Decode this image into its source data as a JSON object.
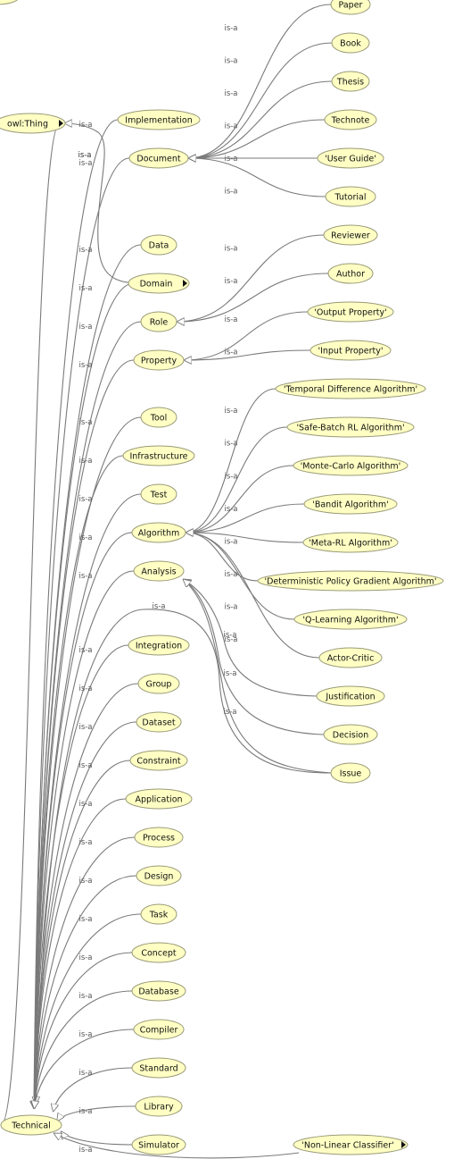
{
  "diagram": {
    "type": "class-hierarchy",
    "colors": {
      "node_fill": "#ffffc4",
      "node_stroke": "#9a9a78",
      "edge": "#7a7a7a",
      "edge_label": "#555555",
      "text": "#111111"
    },
    "edge_label": "is-a",
    "nodes": [
      {
        "id": "thing",
        "label": "owl:Thing",
        "expandable": true
      },
      {
        "id": "technical",
        "label": "Technical"
      },
      {
        "id": "implementation",
        "label": "Implementation"
      },
      {
        "id": "document",
        "label": "Document"
      },
      {
        "id": "paper",
        "label": "Paper"
      },
      {
        "id": "book",
        "label": "Book"
      },
      {
        "id": "thesis",
        "label": "Thesis"
      },
      {
        "id": "technote",
        "label": "Technote"
      },
      {
        "id": "userguide",
        "label": "'User Guide'"
      },
      {
        "id": "tutorial",
        "label": "Tutorial"
      },
      {
        "id": "data",
        "label": "Data"
      },
      {
        "id": "domain",
        "label": "Domain",
        "expandable": true
      },
      {
        "id": "role",
        "label": "Role"
      },
      {
        "id": "reviewer",
        "label": "Reviewer"
      },
      {
        "id": "author",
        "label": "Author"
      },
      {
        "id": "property",
        "label": "Property"
      },
      {
        "id": "outputprop",
        "label": "'Output Property'"
      },
      {
        "id": "inputprop",
        "label": "'Input Property'"
      },
      {
        "id": "tool",
        "label": "Tool"
      },
      {
        "id": "infrastructure",
        "label": "Infrastructure"
      },
      {
        "id": "test",
        "label": "Test"
      },
      {
        "id": "algorithm",
        "label": "Algorithm"
      },
      {
        "id": "tda",
        "label": "'Temporal Difference Algorithm'"
      },
      {
        "id": "sbrl",
        "label": "'Safe-Batch RL Algorithm'"
      },
      {
        "id": "mca",
        "label": "'Monte-Carlo Algorithm'"
      },
      {
        "id": "bandit",
        "label": "'Bandit Algorithm'"
      },
      {
        "id": "metarl",
        "label": "'Meta-RL Algorithm'"
      },
      {
        "id": "dpg",
        "label": "'Deterministic Policy Gradient Algorithm'"
      },
      {
        "id": "qlearn",
        "label": "'Q-Learning Algorithm'"
      },
      {
        "id": "actorcritic",
        "label": "Actor-Critic"
      },
      {
        "id": "analysis",
        "label": "Analysis"
      },
      {
        "id": "justification",
        "label": "Justification"
      },
      {
        "id": "decision",
        "label": "Decision"
      },
      {
        "id": "issue",
        "label": "Issue"
      },
      {
        "id": "integration",
        "label": "Integration"
      },
      {
        "id": "group",
        "label": "Group"
      },
      {
        "id": "dataset",
        "label": "Dataset"
      },
      {
        "id": "constraint",
        "label": "Constraint"
      },
      {
        "id": "application",
        "label": "Application"
      },
      {
        "id": "process",
        "label": "Process"
      },
      {
        "id": "design",
        "label": "Design"
      },
      {
        "id": "task",
        "label": "Task"
      },
      {
        "id": "concept",
        "label": "Concept"
      },
      {
        "id": "database",
        "label": "Database"
      },
      {
        "id": "compiler",
        "label": "Compiler"
      },
      {
        "id": "standard",
        "label": "Standard"
      },
      {
        "id": "library",
        "label": "Library"
      },
      {
        "id": "simulator",
        "label": "Simulator"
      },
      {
        "id": "nlc",
        "label": "'Non-Linear Classifier'",
        "expandable": true
      }
    ],
    "edges": [
      {
        "from": "technical",
        "to": "thing"
      },
      {
        "from": "domain",
        "to": "thing"
      },
      {
        "from": "implementation",
        "to": "technical"
      },
      {
        "from": "document",
        "to": "technical"
      },
      {
        "from": "data",
        "to": "technical"
      },
      {
        "from": "domain",
        "to": "technical"
      },
      {
        "from": "role",
        "to": "technical"
      },
      {
        "from": "property",
        "to": "technical"
      },
      {
        "from": "tool",
        "to": "technical"
      },
      {
        "from": "infrastructure",
        "to": "technical"
      },
      {
        "from": "test",
        "to": "technical"
      },
      {
        "from": "algorithm",
        "to": "technical"
      },
      {
        "from": "analysis",
        "to": "technical"
      },
      {
        "from": "issue",
        "to": "technical"
      },
      {
        "from": "integration",
        "to": "technical"
      },
      {
        "from": "group",
        "to": "technical"
      },
      {
        "from": "dataset",
        "to": "technical"
      },
      {
        "from": "constraint",
        "to": "technical"
      },
      {
        "from": "application",
        "to": "technical"
      },
      {
        "from": "process",
        "to": "technical"
      },
      {
        "from": "design",
        "to": "technical"
      },
      {
        "from": "task",
        "to": "technical"
      },
      {
        "from": "concept",
        "to": "technical"
      },
      {
        "from": "database",
        "to": "technical"
      },
      {
        "from": "compiler",
        "to": "technical"
      },
      {
        "from": "standard",
        "to": "technical"
      },
      {
        "from": "library",
        "to": "technical"
      },
      {
        "from": "simulator",
        "to": "technical"
      },
      {
        "from": "nlc",
        "to": "technical"
      },
      {
        "from": "paper",
        "to": "document"
      },
      {
        "from": "book",
        "to": "document"
      },
      {
        "from": "thesis",
        "to": "document"
      },
      {
        "from": "technote",
        "to": "document"
      },
      {
        "from": "userguide",
        "to": "document"
      },
      {
        "from": "tutorial",
        "to": "document"
      },
      {
        "from": "reviewer",
        "to": "role"
      },
      {
        "from": "author",
        "to": "role"
      },
      {
        "from": "outputprop",
        "to": "property"
      },
      {
        "from": "inputprop",
        "to": "property"
      },
      {
        "from": "tda",
        "to": "algorithm"
      },
      {
        "from": "sbrl",
        "to": "algorithm"
      },
      {
        "from": "mca",
        "to": "algorithm"
      },
      {
        "from": "bandit",
        "to": "algorithm"
      },
      {
        "from": "metarl",
        "to": "algorithm"
      },
      {
        "from": "dpg",
        "to": "algorithm"
      },
      {
        "from": "qlearn",
        "to": "algorithm"
      },
      {
        "from": "actorcritic",
        "to": "algorithm"
      },
      {
        "from": "justification",
        "to": "analysis"
      },
      {
        "from": "decision",
        "to": "analysis"
      },
      {
        "from": "issue",
        "to": "analysis"
      }
    ]
  }
}
